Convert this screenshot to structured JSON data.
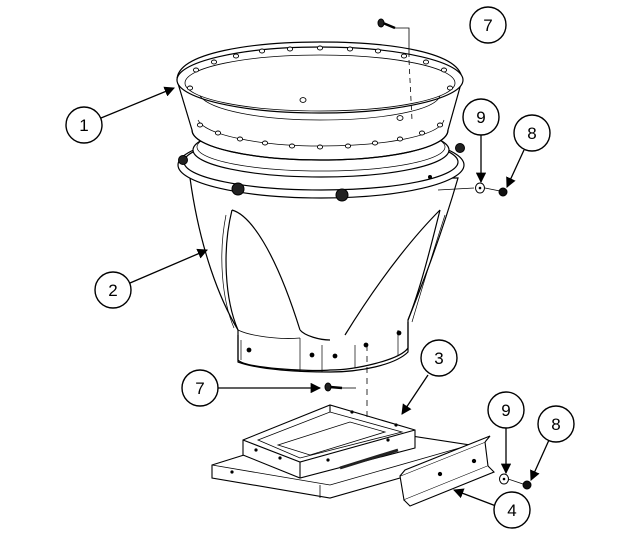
{
  "diagram": {
    "callouts": [
      {
        "id": "c1",
        "label": "1"
      },
      {
        "id": "c2",
        "label": "2"
      },
      {
        "id": "c3",
        "label": "3"
      },
      {
        "id": "c4",
        "label": "4"
      },
      {
        "id": "c7a",
        "label": "7"
      },
      {
        "id": "c7b",
        "label": "7"
      },
      {
        "id": "c8a",
        "label": "8"
      },
      {
        "id": "c8b",
        "label": "8"
      },
      {
        "id": "c9a",
        "label": "9"
      },
      {
        "id": "c9b",
        "label": "9"
      }
    ]
  }
}
